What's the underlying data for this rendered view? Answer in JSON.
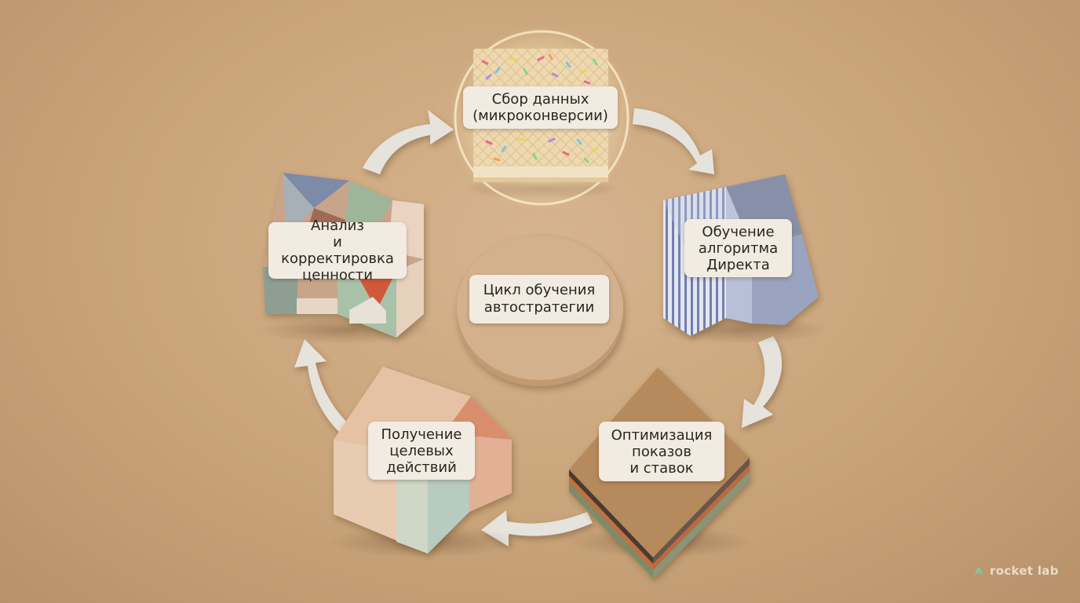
{
  "diagram": {
    "center": {
      "line1": "Цикл обучения",
      "line2": "автостратегии"
    },
    "steps": [
      {
        "id": "data-collection",
        "lines": [
          "Сбор данных",
          "(микроконверсии)"
        ]
      },
      {
        "id": "algorithm-training",
        "lines": [
          "Обучение",
          "алгоритма",
          "Директа"
        ]
      },
      {
        "id": "optimization",
        "lines": [
          "Оптимизация",
          "показов",
          "и ставок"
        ]
      },
      {
        "id": "target-actions",
        "lines": [
          "Получение",
          "целевых",
          "действий"
        ]
      },
      {
        "id": "value-analysis",
        "lines": [
          "Анализ",
          "и корректировка",
          "ценности"
        ]
      }
    ]
  },
  "brand": {
    "name": "rocket lab"
  },
  "colors": {
    "background": "#c9a47a",
    "label_bg": "#f1ebe1",
    "arrow": "#e6e2dc",
    "highlight_glow": "#fff3c4"
  },
  "icons": [
    "cycle-arrow-icon",
    "rocket-lab-logo-icon"
  ]
}
